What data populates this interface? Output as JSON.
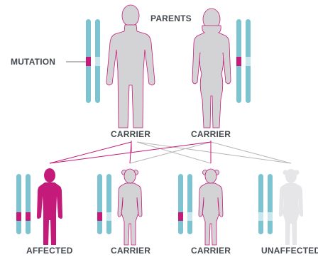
{
  "labels": {
    "parents": "PARENTS",
    "mutation": "MUTATION",
    "parent_father": "CARRIER",
    "parent_mother": "CARRIER",
    "child_1": "AFFECTED",
    "child_2": "CARRIER",
    "child_3": "CARRIER",
    "child_4": "UNAFFECTED"
  },
  "colors": {
    "chromosome": "#7ec4d0",
    "chromosome_light": "#c9e6ec",
    "mutation": "#c41a7a",
    "figure_carrier": "#d3d3d5",
    "figure_outline": "#c41a7a",
    "figure_affected": "#c41a7a",
    "figure_unaffected": "#e6e6e8",
    "line_mutation": "#c41a7a",
    "line_normal": "#b8b8b8",
    "text": "#444a50"
  },
  "figures": [
    {
      "role": "father",
      "status": "carrier",
      "icon": "adult-male-figure"
    },
    {
      "role": "mother",
      "status": "carrier",
      "icon": "adult-female-figure"
    },
    {
      "role": "child-1",
      "status": "affected",
      "icon": "boy-figure"
    },
    {
      "role": "child-2",
      "status": "carrier",
      "icon": "girl-figure"
    },
    {
      "role": "child-3",
      "status": "carrier",
      "icon": "girl-figure"
    },
    {
      "role": "child-4",
      "status": "unaffected",
      "icon": "girl-figure"
    }
  ]
}
